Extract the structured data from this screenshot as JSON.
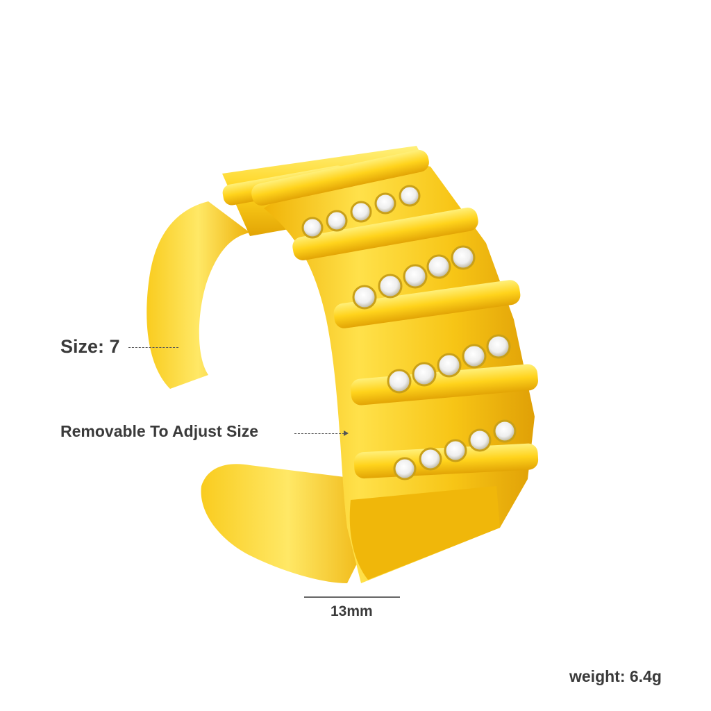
{
  "product": {
    "name_icon": "gold-open-cuff-ring-with-crystals",
    "colors": {
      "gold_light": "#ffe34a",
      "gold_mid": "#f6c20c",
      "gold_dark": "#d99a04",
      "crystal": "#f4f4f4",
      "text": "#3a3a3a"
    }
  },
  "annotations": {
    "size": "Size: 7",
    "adjust": "Removable To Adjust Size",
    "width": "13mm",
    "weight": "weight: 6.4g"
  }
}
